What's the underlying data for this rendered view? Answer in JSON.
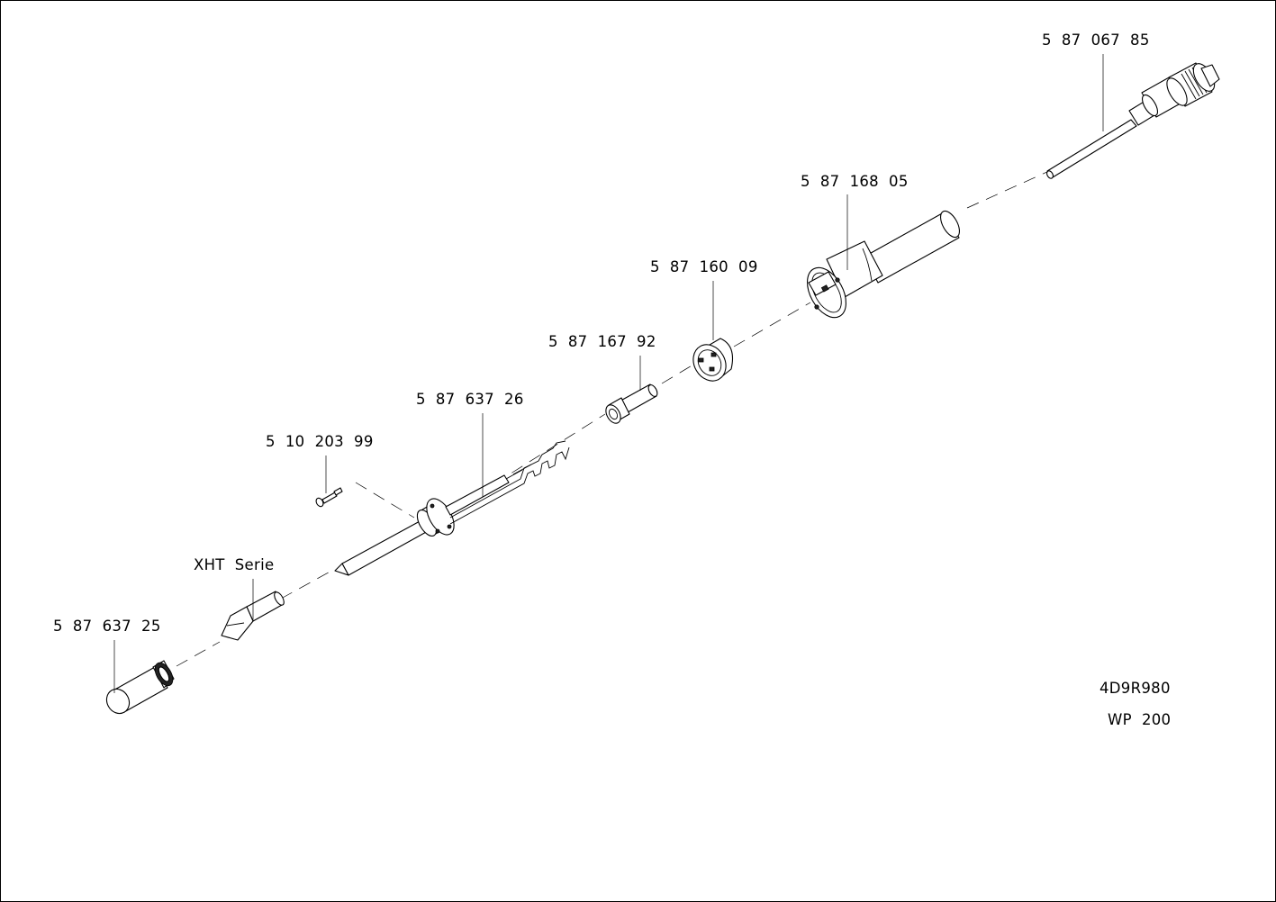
{
  "part_labels": {
    "cable": "5  87  067  85",
    "handle": "5  87  168  05",
    "ring_nut": "5  87  160  09",
    "sleeve": "5  87  167  92",
    "heating_element": "5  87  637  26",
    "screw": "5  10  203  99",
    "tip_series": "XHT  Serie",
    "tip_nut": "5  87  637  25"
  },
  "title_block": {
    "drawing_code": "4D9R980",
    "model": "WP  200"
  }
}
